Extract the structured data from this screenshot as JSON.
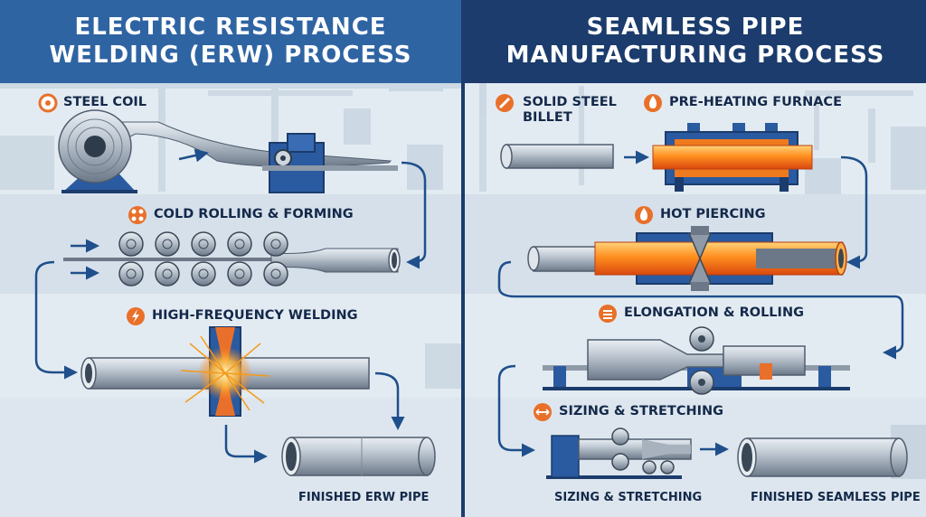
{
  "panels": {
    "erw": {
      "title_line1": "ELECTRIC RESISTANCE",
      "title_line2": "WELDING (ERW) PROCESS",
      "steps": {
        "coil": "STEEL COIL",
        "rolling": "COLD ROLLING & FORMING",
        "welding": "HIGH-FREQUENCY WELDING"
      },
      "final_label": "FINISHED ERW PIPE"
    },
    "seamless": {
      "title_line1": "SEAMLESS PIPE",
      "title_line2": "MANUFACTURING PROCESS",
      "steps": {
        "billet_line1": "SOLID STEEL",
        "billet_line2": "BILLET",
        "furnace": "PRE-HEATING FURNACE",
        "piercing": "HOT PIERCING",
        "elongation": "ELONGATION & ROLLING",
        "sizing": "SIZING & STRETCHING"
      },
      "sizing_caption": "SIZING & STRETCHING",
      "final_label": "FINISHED SEAMLESS PIPE"
    }
  },
  "colors": {
    "header_left": "#2f64a3",
    "header_right": "#1b3c6c",
    "step_icon": "#e8702a",
    "flow_arrow": "#1f4f8c",
    "machine_blue": "#2a5aa0",
    "hot_orange": "#f07a1e"
  }
}
